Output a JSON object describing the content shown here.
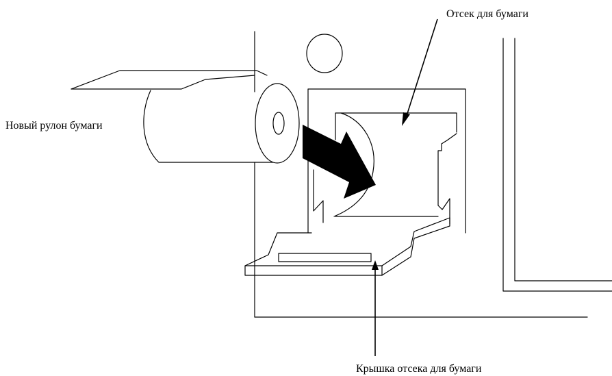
{
  "labels": {
    "compartment": "Отсек для бумаги",
    "new_roll": "Новый рулон бумаги",
    "cover": "Крышка отсека для бумаги"
  }
}
